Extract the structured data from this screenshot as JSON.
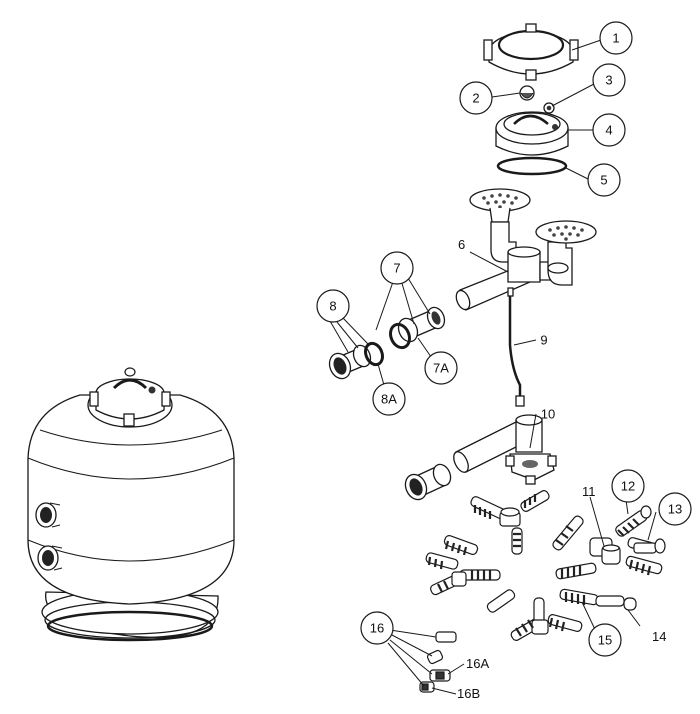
{
  "callouts": {
    "c1": "1",
    "c2": "2",
    "c3": "3",
    "c4": "4",
    "c5": "5",
    "c6": "6",
    "c7": "7",
    "c7a": "7A",
    "c8": "8",
    "c8a": "8A",
    "c9": "9",
    "c10": "10",
    "c11": "11",
    "c12": "12",
    "c13": "13",
    "c14": "14",
    "c15": "15",
    "c16": "16",
    "c16a": "16A",
    "c16b": "16B"
  },
  "icons": {
    "tank": "sand-filter-tank-drawing",
    "lid": "filter-lid-drawing",
    "collector": "diffuser-collector-drawing",
    "laterals": "lateral-arm-assembly-drawing"
  },
  "colors": {
    "line": "#1a1a1a",
    "fill": "#ffffff",
    "shade": "#555555",
    "dark": "#222222"
  }
}
